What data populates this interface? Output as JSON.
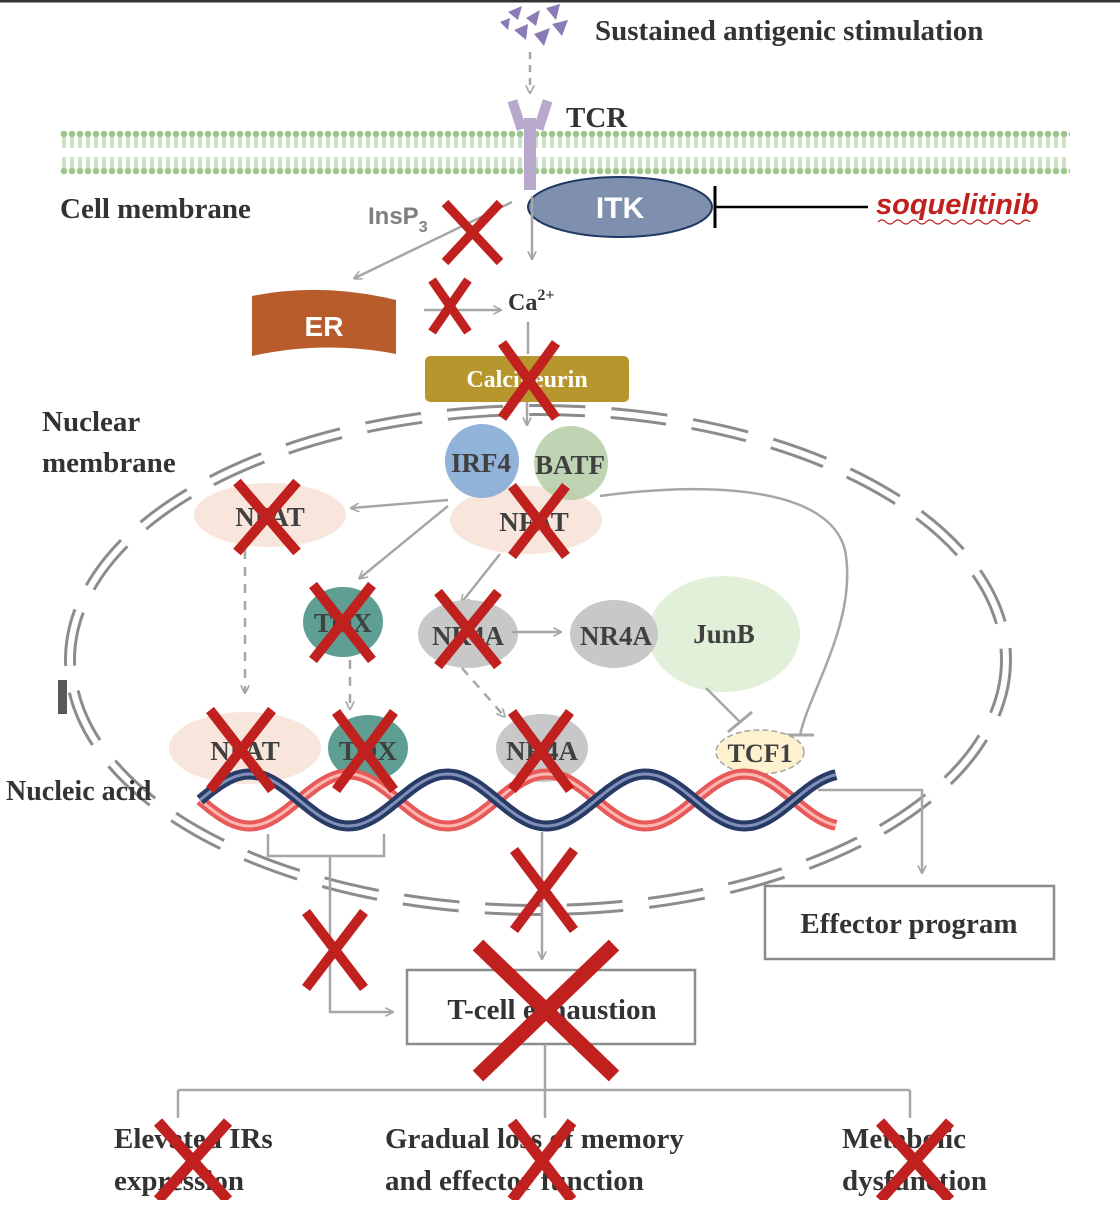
{
  "title": "Sustained antigenic stimulation",
  "labels": {
    "tcr": "TCR",
    "cell_membrane": "Cell membrane",
    "itk": "ITK",
    "drug": "soquelitinib",
    "insp3_base": "InsP",
    "insp3_sub": "3",
    "ca_base": "Ca",
    "ca_sup": "2+",
    "er": "ER",
    "calcineurin": "Calcineurin",
    "nuclear_membrane_line1": "Nuclear",
    "nuclear_membrane_line2": "membrane",
    "irf4": "IRF4",
    "batf": "BATF",
    "nfat_left": "NFAT",
    "nfat_center": "NFAT",
    "tox_mid": "TOX",
    "nr4a_mid": "NR4A",
    "nr4a_right": "NR4A",
    "junb": "JunB",
    "nfat_bottom": "NFAT",
    "tox_bottom": "TOX",
    "nr4a_bottom": "NR4A",
    "tcf1": "TCF1",
    "nucleic_acid": "Nucleic acid",
    "effector_program": "Effector program",
    "t_cell_exhaustion": "T-cell exhaustion",
    "outcome_1_line1": "Elevated IRs",
    "outcome_1_line2": "expression",
    "outcome_2_line1": "Gradual loss of  memory",
    "outcome_2_line2": "and effector function",
    "outcome_3_line1": "Metabolic",
    "outcome_3_line2": "dysfunction"
  },
  "colors": {
    "itk_fill": "#7f8fae",
    "er_fill": "#b85c2c",
    "calcineurin_fill": "#b8962e",
    "irf4_fill": "#7ea6d4",
    "batf_fill": "#a8c69a",
    "nfat_fill": "#f7e3d8",
    "tox_fill": "#5f9e93",
    "nr4a_fill": "#c8c8c8",
    "junb_fill": "#e2efd9",
    "tcf1_fill": "#fdf1cf",
    "cross": "#c0201e",
    "drug_text": "#c0201e",
    "arrow": "#a6a6a6",
    "membrane_lipid": "#9cc58c"
  }
}
